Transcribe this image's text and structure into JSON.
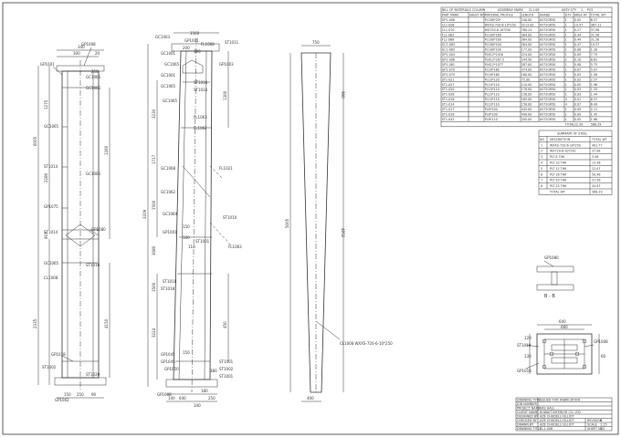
{
  "bom": {
    "heading": {
      "title": "BILL OF MATERIALS",
      "column": "COLUMN",
      "assembly_mark_label": "ASSEMBLY MARK",
      "assembly_mark": "CL1.08",
      "assy_qty_label": "ASSY QTY",
      "assy_qty": "1",
      "unit": "PCS"
    },
    "columns": [
      "PART MARK",
      "SHEET NO",
      "MATERIAL PROFILE",
      "LENGTH",
      "GRADE",
      "QTY",
      "AREA M²",
      "TOTAL WT"
    ],
    "rows": [
      [
        "GP1-008",
        "",
        "PL180*20*",
        "240.00",
        "A572GR50",
        "1",
        "0.05",
        "6.57"
      ],
      [
        "CL1-008",
        "",
        "WXXS-720-6-10*250",
        "5213.00",
        "A572GR50",
        "1",
        "19.97",
        "387.11"
      ],
      [
        "CL1-070",
        "",
        "WX720-6-10*250",
        "760.24",
        "A572GR50",
        "1",
        "0.27",
        "37.98"
      ],
      [
        "FL1-063",
        "",
        "PL180*160",
        "364.00",
        "A572GR50",
        "1",
        "0.44",
        "31.56"
      ],
      [
        "FL1-068",
        "",
        "PL180*160",
        "384.00",
        "A572GR50",
        "1",
        "0.44",
        "31.56"
      ],
      [
        "GC1-085",
        "",
        "PL180*100",
        "264.00",
        "A572GR50",
        "1",
        "0.47",
        "10.57"
      ],
      [
        "GC1-065",
        "",
        "PL180*100",
        "177.00",
        "A572GR50",
        "1",
        "0.06",
        "1.28"
      ],
      [
        "GP1-004",
        "",
        "PLK12*2416",
        "224.00",
        "A572GR50",
        "1",
        "0.09",
        "7.75"
      ],
      [
        "GP1-006",
        "",
        "PLK12*287.5",
        "244.90",
        "A572GR50",
        "2",
        "0.10",
        "8.61"
      ],
      [
        "GP1-081",
        "",
        "PLK12*1077",
        "287.00",
        "A572GR50",
        "1",
        "0.08",
        "5.75"
      ],
      [
        "GP1-070",
        "",
        "PL16*160",
        "374.00",
        "A572GR50",
        "1",
        "0.07",
        "5.97"
      ],
      [
        "GP1-079",
        "",
        "PL16*160",
        "160.00",
        "A572GR50",
        "1",
        "0.05",
        "1.56"
      ],
      [
        "ST1-021",
        "",
        "PL10*120",
        "75.00",
        "A572GR50",
        "1",
        "0.02",
        "2.57"
      ],
      [
        "ST1-027",
        "",
        "PL10*110",
        "110.00",
        "A572GR50",
        "1",
        "0.05",
        "1.96"
      ],
      [
        "ST1-020",
        "",
        "PL10*110",
        "178.00",
        "A572GR50",
        "1",
        "0.03",
        "1.33"
      ],
      [
        "ST1-028",
        "",
        "PL10*110",
        "158.00",
        "A572GR50",
        "1",
        "0.03",
        "1.44"
      ],
      [
        "ST1-016",
        "",
        "PL10*110",
        "165.00",
        "A572GR50",
        "4",
        "0.01",
        "6.57"
      ],
      [
        "ST1-014",
        "",
        "PL10*110",
        "158.00",
        "A572GR50",
        "4",
        "0.07",
        "6.49"
      ],
      [
        "ST1-017",
        "",
        "PL8*100",
        "445.00",
        "A572GR50",
        "1",
        "0.09",
        "2.11"
      ],
      [
        "ST1-018",
        "",
        "PL8*100",
        "440.00",
        "A572GR50",
        "1",
        "0.09",
        "1.45"
      ],
      [
        "ST1-042",
        "",
        "PL8*110",
        "205.00",
        "A572GR50",
        "1",
        "0.05",
        "1.86"
      ]
    ],
    "total_label": "TOTAL",
    "total_area": "22.39",
    "total_weight": "568.29"
  },
  "summary": {
    "title": "SUMMARY OF STEEL",
    "col_no": "NO",
    "col_description": "DESCRIPTION",
    "col_weight": "TOTAL WT",
    "rows": [
      [
        "1",
        "WXXS-720-6-10*250",
        "401.77"
      ],
      [
        "2",
        "WX720-6-10*250",
        "37.98"
      ],
      [
        "3",
        "PLT 8 THK",
        "3.56"
      ],
      [
        "4",
        "PLT 10 THK",
        "13.36"
      ],
      [
        "5",
        "PLT 12 THK",
        "22.07"
      ],
      [
        "6",
        "PLT 16 THK",
        "50.46"
      ],
      [
        "7",
        "PLT 20 THK",
        "31.56"
      ],
      [
        "8",
        "PLT 25 THK",
        "44.97"
      ]
    ],
    "total_label": "TOTAL WT",
    "total": "568.29"
  },
  "views": {
    "front": {
      "plates": [
        "GP1008",
        "GP1001",
        "GC1065",
        "GC1065",
        "GC1065",
        "ST1014",
        "GC1065",
        "GP1075",
        "GP1080",
        "ST1014",
        "GC1065",
        "ST1016",
        "CL1008",
        "GP1018",
        "ST1002",
        "ST1020",
        "GP1002"
      ],
      "dims": [
        "340",
        "300",
        "20",
        "250",
        "6005",
        "1275",
        "1260",
        "2280",
        "910",
        "2335",
        "4150",
        "250",
        "90",
        "150"
      ]
    },
    "side": {
      "plates": [
        "GC1003",
        "GC1001",
        "GC1065",
        "ST1016",
        "GP1001",
        "FL1068",
        "ST1011",
        "GP1003",
        "GC1001",
        "GC1065",
        "GC1065",
        "FL1063",
        "ST1024",
        "FL1062",
        "FL1021",
        "ST1010",
        "GC1068",
        "GC1062",
        "GC1064",
        "FL1063",
        "ST1018",
        "ST1018",
        "GP1001",
        "ST1001",
        "GP1045",
        "GP1045",
        "ST1001",
        "ST1002",
        "GP1050",
        "ST1001",
        "GP1008"
      ],
      "dims": [
        "1560",
        "300",
        "3209",
        "200",
        "3080",
        "3230",
        "1717",
        "1500",
        "1300",
        "1500",
        "3224",
        "150",
        "150",
        "100",
        "110",
        "450",
        "380",
        "340",
        "640",
        "250",
        "140",
        "180"
      ]
    },
    "web": {
      "dims": [
        "750",
        "900",
        "5005",
        "4052",
        "400"
      ],
      "callout": "CL1008 WXXS-720-6-10*250"
    },
    "section": {
      "label": "B - B",
      "tag": "GP1080"
    },
    "base": {
      "dims": [
        "640",
        "680",
        "60",
        "120",
        "130"
      ],
      "tags": [
        "ST1018",
        "GP1018",
        "GP1008"
      ]
    }
  },
  "title_block": {
    "rows": [
      [
        "DRAWING TYPE",
        "ISSUED FOR FABRICATION"
      ],
      [
        "JOB NUMBER",
        ""
      ],
      [
        "PROJECT NAME",
        "KAS HALL"
      ],
      [
        "CLIENT NAME",
        "KUWAIT INTERIOR CO. LTD"
      ],
      [
        "DESIGNED BY",
        "AZE CHUDELLI ELLIOT"
      ],
      [
        "CHECKED BY",
        "AZE CHUDELLI ELLIOT"
      ],
      [
        "DRAWN BY",
        "AZE CHUDELLI ELLIOT"
      ],
      [
        "DRAWING TITLE",
        "CL1-008"
      ]
    ],
    "side": [
      "REVISION",
      "0",
      "SCALE",
      "1:15",
      "SHEET NO",
      "1/1"
    ]
  }
}
